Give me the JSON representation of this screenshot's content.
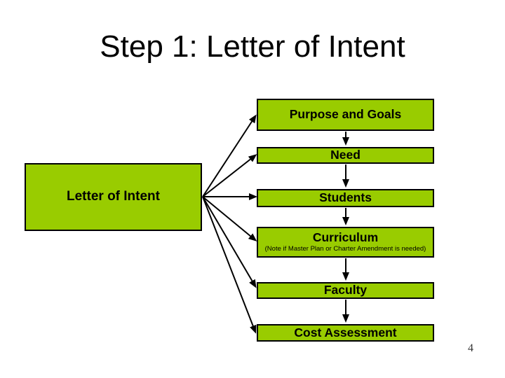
{
  "slide": {
    "title": "Step 1: Letter of Intent",
    "page_number": "4"
  },
  "diagram": {
    "source": {
      "label": "Letter of Intent"
    },
    "targets": [
      {
        "label": "Purpose and Goals"
      },
      {
        "label": "Need"
      },
      {
        "label": "Students"
      },
      {
        "label": "Curriculum",
        "note": "(Note if Master Plan or Charter Amendment is needed)"
      },
      {
        "label": "Faculty"
      },
      {
        "label": "Cost Assessment"
      }
    ],
    "colors": {
      "box_fill": "#99CC00",
      "box_border": "#000000",
      "arrow": "#000000",
      "background": "#FFFFFF"
    }
  }
}
